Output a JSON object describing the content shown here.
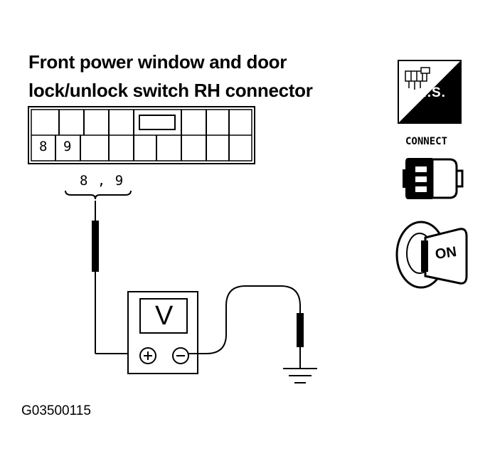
{
  "diagram": {
    "title_line1": "Front power window and door",
    "title_line2": "lock/unlock switch RH connector",
    "connector_pins": [
      "8",
      "9"
    ],
    "probe_pin_label": "8 , 9",
    "meter_label": "V",
    "meter_plus": "+",
    "meter_minus": "−",
    "figure_id": "G03500115"
  },
  "icons": {
    "harness_side_label": "H.S.",
    "connect_label": "CONNECT",
    "ignition_label": "ON"
  }
}
